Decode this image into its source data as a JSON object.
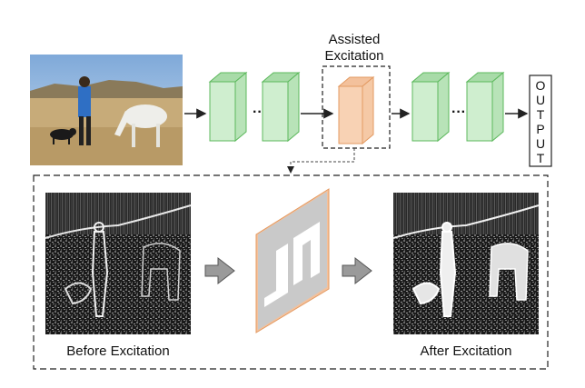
{
  "figure": {
    "assisted_label_line1": "Assisted",
    "assisted_label_line2": "Excitation",
    "output_letters": [
      "O",
      "U",
      "T",
      "P",
      "U",
      "T"
    ],
    "ellipsis": "···",
    "before_label": "Before Excitation",
    "after_label": "After Excitation"
  },
  "colors": {
    "green_fill": "#cfeecf",
    "green_stroke": "#5cb85c",
    "orange_fill": "#f8d2b4",
    "orange_stroke": "#e39a62",
    "arrow_gray": "#9a9a9a",
    "stroke": "#222222"
  },
  "icons": {
    "input_photo": "photo-person-horse-dog-field",
    "feature_map_before": "grayscale-activation-map",
    "feature_map_after": "grayscale-activation-map-enhanced",
    "attention_mask": "attention-mask-plane"
  }
}
